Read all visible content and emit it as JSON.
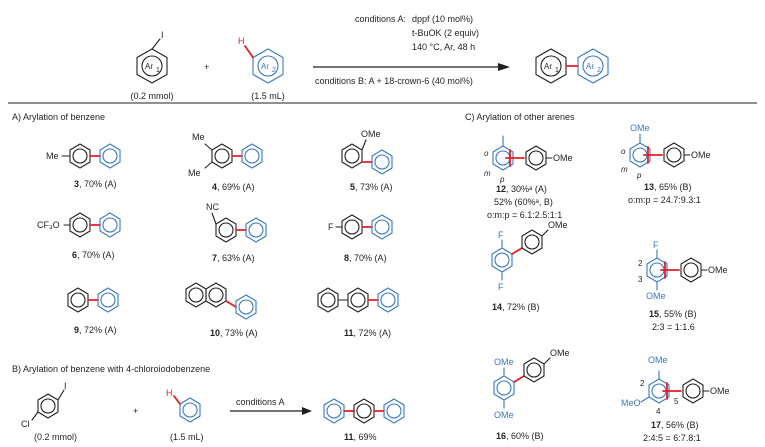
{
  "colors": {
    "ink": "#231f20",
    "blue": "#3a78c2",
    "red": "#e31e24"
  },
  "header": {
    "reagent1_label": "Ar",
    "reagent1_sub": "1",
    "reagent1_amount": "(0.2 mmol)",
    "plus": "+",
    "reagent2_label": "Ar",
    "reagent2_sub": "2",
    "reagent2_amount": "(1.5 mL)",
    "iodo_label": "I",
    "h_label": "H",
    "cond_a_title": "conditions A:",
    "cond_a_line1": "dppf (10 mol%)",
    "cond_a_line2": "t-BuOK (2 equiv)",
    "cond_a_line3": "140 °C, Ar, 48 h",
    "cond_b": "conditions B: A + 18-crown-6 (40 mol%)",
    "product_ar1": "Ar",
    "product_ar1_sub": "1",
    "product_ar2": "Ar",
    "product_ar2_sub": "2"
  },
  "section_a": {
    "title": "A) Arylation of benzene",
    "items": [
      {
        "num": "3",
        "text": ", 70% (A)",
        "sub1": "Me"
      },
      {
        "num": "4",
        "text": ", 69% (A)",
        "sub1": "Me",
        "sub2": "Me"
      },
      {
        "num": "5",
        "text": ", 73% (A)",
        "sub1": "OMe"
      },
      {
        "num": "6",
        "text": ", 70% (A)",
        "sub1": "CF₃O"
      },
      {
        "num": "7",
        "text": ", 63% (A)",
        "sub1": "NC"
      },
      {
        "num": "8",
        "text": ", 70% (A)",
        "sub1": "F"
      },
      {
        "num": "9",
        "text": ", 72% (A)"
      },
      {
        "num": "10",
        "text": ", 73% (A)"
      },
      {
        "num": "11",
        "text": ", 72% (A)"
      }
    ]
  },
  "section_b": {
    "title": "B) Arylation of benzene with 4-chloroiodobenzene",
    "cl": "Cl",
    "i": "I",
    "h": "H",
    "amount1": "(0.2 mmol)",
    "amount2": "(1.5 mL)",
    "plus": "+",
    "conditions": "conditions A",
    "product": "11",
    "yield": ", 69%"
  },
  "section_c": {
    "title": "C) Arylation of other arenes",
    "items": [
      {
        "num": "12",
        "line1": ", 30%ᵃ (A)",
        "line2": "52% (60%ᵃ, B)",
        "line3": "o:m:p = 6.1:2.5:1:1"
      },
      {
        "num": "13",
        "line1": ", 65% (B)",
        "line2": "o:m:p = 24.7:9.3:1"
      },
      {
        "num": "14",
        "line1": ", 72% (B)"
      },
      {
        "num": "15",
        "line1": ", 55% (B)",
        "line2": "2:3 = 1:1.6"
      },
      {
        "num": "16",
        "line1": ", 60% (B)"
      },
      {
        "num": "17",
        "line1": ", 56% (B)",
        "line2": "2:4:5 = 6:7.8:1"
      }
    ],
    "labels": {
      "ome": "OMe",
      "f": "F",
      "meo": "MeO",
      "o": "o",
      "m": "m",
      "p": "p",
      "n2": "2",
      "n3": "3",
      "n4": "4",
      "n5": "5"
    }
  }
}
